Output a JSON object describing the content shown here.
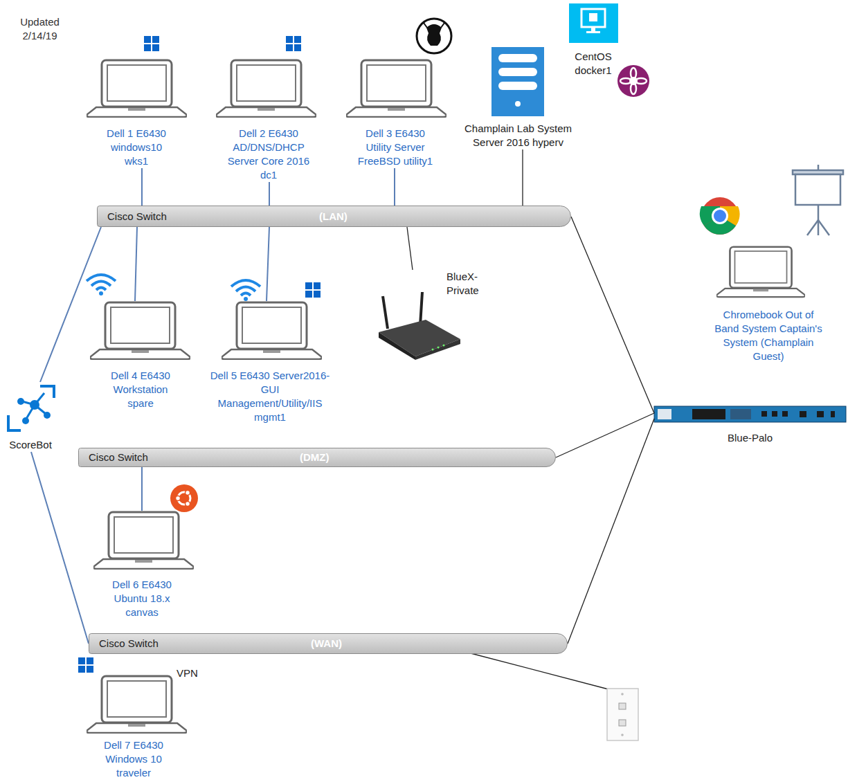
{
  "diagram": {
    "nodes": [
      {
        "text": [
          "Dell 1 E6430 windows10 wks1"
        ]
      },
      {
        "text": [
          "Dell 2 E6430 AD/DNS/DHCP Server Core 2016 dc1"
        ]
      },
      {
        "text": [
          "Dell 3 E6430 Utility Server FreeBSD utility1"
        ]
      },
      {
        "text": [
          "CentOS docker1"
        ]
      },
      {
        "text": [
          "Champlain Lab System Server 2016 hyperv"
        ]
      },
      {
        "text": [
          "Cisco Switch",
          "(LAN)"
        ]
      },
      {
        "text": [
          "Dell 4 E6430 Workstation spare"
        ]
      },
      {
        "text": [
          "Dell 5 E6430 Server2016-GUI Management/Utility/IIS mgmt1"
        ]
      },
      {
        "text": [
          "BlueX- Private"
        ]
      },
      {
        "text": [
          "Chromebook Out of Band System Captain's System (Champlain Guest)"
        ]
      },
      {
        "text": [
          "ScoreBot"
        ]
      },
      {
        "text": [
          "Blue-Palo"
        ]
      },
      {
        "text": [
          "Cisco Switch",
          "(DMZ)"
        ]
      },
      {
        "text": [
          "Dell 6 E6430 Ubuntu 18.x canvas"
        ]
      },
      {
        "text": [
          "Cisco Switch",
          "(WAN)"
        ]
      },
      {
        "text": [
          "Dell 7 E6430 Windows 10 traveler"
        ]
      }
    ],
    "edges": [
      {
        "from": 0,
        "to": 5,
        "arrow": "none"
      },
      {
        "from": 1,
        "to": 5,
        "arrow": "none"
      },
      {
        "from": 2,
        "to": 5,
        "arrow": "none"
      },
      {
        "from": 4,
        "to": 5,
        "arrow": "none"
      },
      {
        "from": 5,
        "to": 6,
        "arrow": "none"
      },
      {
        "from": 5,
        "to": 7,
        "arrow": "none"
      },
      {
        "from": 5,
        "to": 8,
        "arrow": "none"
      },
      {
        "from": 5,
        "to": 11,
        "arrow": "none"
      },
      {
        "from": 12,
        "to": 11,
        "arrow": "none"
      },
      {
        "from": 14,
        "to": 11,
        "arrow": "none"
      },
      {
        "from": 5,
        "to": 10,
        "arrow": "none"
      },
      {
        "from": 10,
        "to": 14,
        "arrow": "none"
      },
      {
        "from": 12,
        "to": 13,
        "arrow": "none"
      }
    ],
    "labels": [
      "Updated 2/14/19",
      "VPN"
    ]
  }
}
